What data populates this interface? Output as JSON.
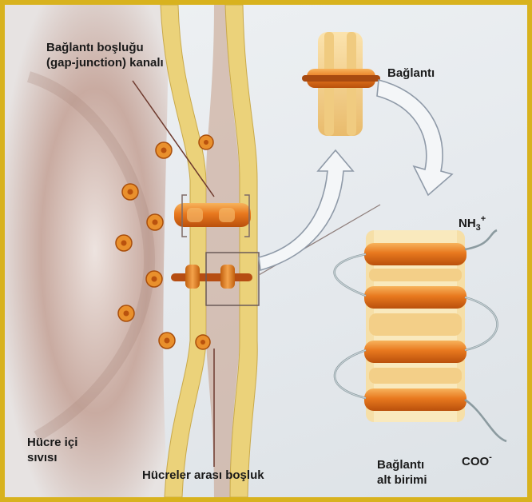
{
  "labels": {
    "channel_line1": "Bağlantı boşluğu",
    "channel_line2": "(gap-junction) kanalı",
    "connexon": "Bağlantı",
    "nh3_base": "NH",
    "nh3_sub": "3",
    "nh3_sup": "+",
    "coo_base": "COO",
    "coo_sup": "-",
    "intracellular_line1": "Hücre içi",
    "intracellular_line2": "sıvısı",
    "intercellular": "Hücreler arası boşluk",
    "subunit_line1": "Bağlantı",
    "subunit_line2": "alt birimi"
  },
  "colors": {
    "frame_border": "#d8b21e",
    "membrane": "#ebd27a",
    "cytoplasm": "#b99a8e",
    "protein_orange": "#e8781e",
    "protein_light": "#f3c77a"
  }
}
